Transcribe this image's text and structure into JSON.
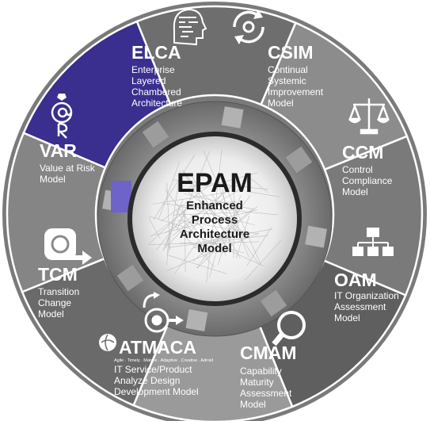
{
  "center": {
    "title": "EPAM",
    "subtitle_lines": [
      "Enhanced",
      "Process",
      "Architecture",
      "Model"
    ]
  },
  "segments": [
    {
      "id": "elca",
      "title": "ELCA",
      "desc": [
        "Enterprise",
        "Layered",
        "Chambered",
        "Architecture"
      ],
      "icon": "head-maze-icon"
    },
    {
      "id": "csim",
      "title": "CSIM",
      "desc": [
        "Continual",
        "Systemic",
        "Improvement",
        "Model"
      ],
      "icon": "cycle-gear-icon"
    },
    {
      "id": "ccm",
      "title": "CCM",
      "desc": [
        "Control",
        "Compliance",
        "Model"
      ],
      "icon": "scales-icon"
    },
    {
      "id": "oam",
      "title": "OAM",
      "desc": [
        "IT Organization",
        "Assessment",
        "Model"
      ],
      "icon": "org-chart-icon"
    },
    {
      "id": "cmam",
      "title": "CMAM",
      "desc": [
        "Capability",
        "Maturity",
        "Assessment",
        "Model"
      ],
      "icon": "magnifier-icon"
    },
    {
      "id": "atmaca",
      "title": "ATMACA",
      "desc": [
        "IT Service/Product",
        "Analyze Design",
        "Development Model"
      ],
      "icon": "gear-arrow-icon",
      "tagline": "Agile . Timely . Mature . Adaptive . Creative . Adroid"
    },
    {
      "id": "tcm",
      "title": "TCM",
      "desc": [
        "Transition",
        "Change",
        "Model"
      ],
      "icon": "transition-arrow-icon"
    },
    {
      "id": "var",
      "title": "VAR",
      "desc": [
        "Value at Risk",
        "Model"
      ],
      "icon": "ring-at-icon"
    }
  ],
  "colors": {
    "active_segment": "#3a2e8f",
    "segment_gray": "#8a8a8a",
    "segment_dark": "#5f5f5f",
    "center_fill": "#f0f0f0"
  }
}
